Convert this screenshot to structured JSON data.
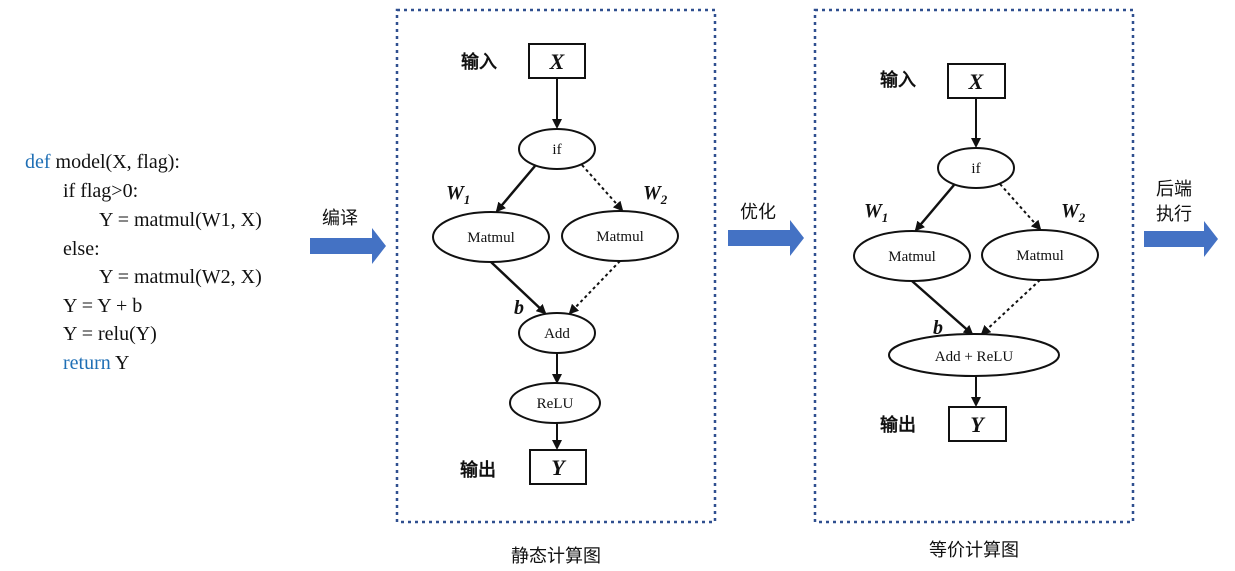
{
  "code": {
    "lines": [
      {
        "keyword": "def",
        "text": " model(X, flag):"
      },
      {
        "keyword": "",
        "text": "if flag>0:"
      },
      {
        "keyword": "",
        "text": "Y = matmul(W1, X)"
      },
      {
        "keyword": "",
        "text": "else:"
      },
      {
        "keyword": "",
        "text": "Y = matmul(W2, X)"
      },
      {
        "keyword": "",
        "text": "Y = Y + b"
      },
      {
        "keyword": "",
        "text": "Y = relu(Y)"
      },
      {
        "keyword": "return",
        "text": " Y"
      }
    ]
  },
  "arrows": {
    "compile": "编译",
    "optimize": "优化",
    "backend_line1": "后端",
    "backend_line2": "执行"
  },
  "static_graph": {
    "caption": "静态计算图",
    "input_label": "输入",
    "input_var": "X",
    "if_node": "if",
    "w1": "W",
    "w1_sub": "1",
    "w2": "W",
    "w2_sub": "2",
    "matmul_left": "Matmul",
    "matmul_right": "Matmul",
    "bias": "b",
    "add_node": "Add",
    "relu_node": "ReLU",
    "output_label": "输出",
    "output_var": "Y"
  },
  "equivalent_graph": {
    "caption": "等价计算图",
    "input_label": "输入",
    "input_var": "X",
    "if_node": "if",
    "w1": "W",
    "w1_sub": "1",
    "w2": "W",
    "w2_sub": "2",
    "matmul_left": "Matmul",
    "matmul_right": "Matmul",
    "bias": "b",
    "fused_node": "Add + ReLU",
    "output_label": "输出",
    "output_var": "Y"
  },
  "colors": {
    "keyword": "#1f6fb5",
    "arrow_fill": "#4472c4",
    "frame": "#2f4f8f"
  }
}
